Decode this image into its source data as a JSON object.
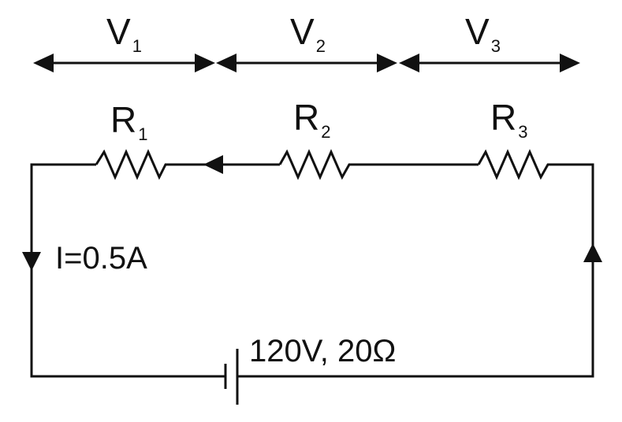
{
  "voltages": [
    {
      "main": "V",
      "sub": "1"
    },
    {
      "main": "V",
      "sub": "2"
    },
    {
      "main": "V",
      "sub": "3"
    }
  ],
  "resistors": [
    {
      "main": "R",
      "sub": "1"
    },
    {
      "main": "R",
      "sub": "2"
    },
    {
      "main": "R",
      "sub": "3"
    }
  ],
  "current_label": "I=0.5A",
  "battery_label": "120V, 20Ω",
  "colors": {
    "ink": "#111111",
    "background": "#ffffff"
  }
}
